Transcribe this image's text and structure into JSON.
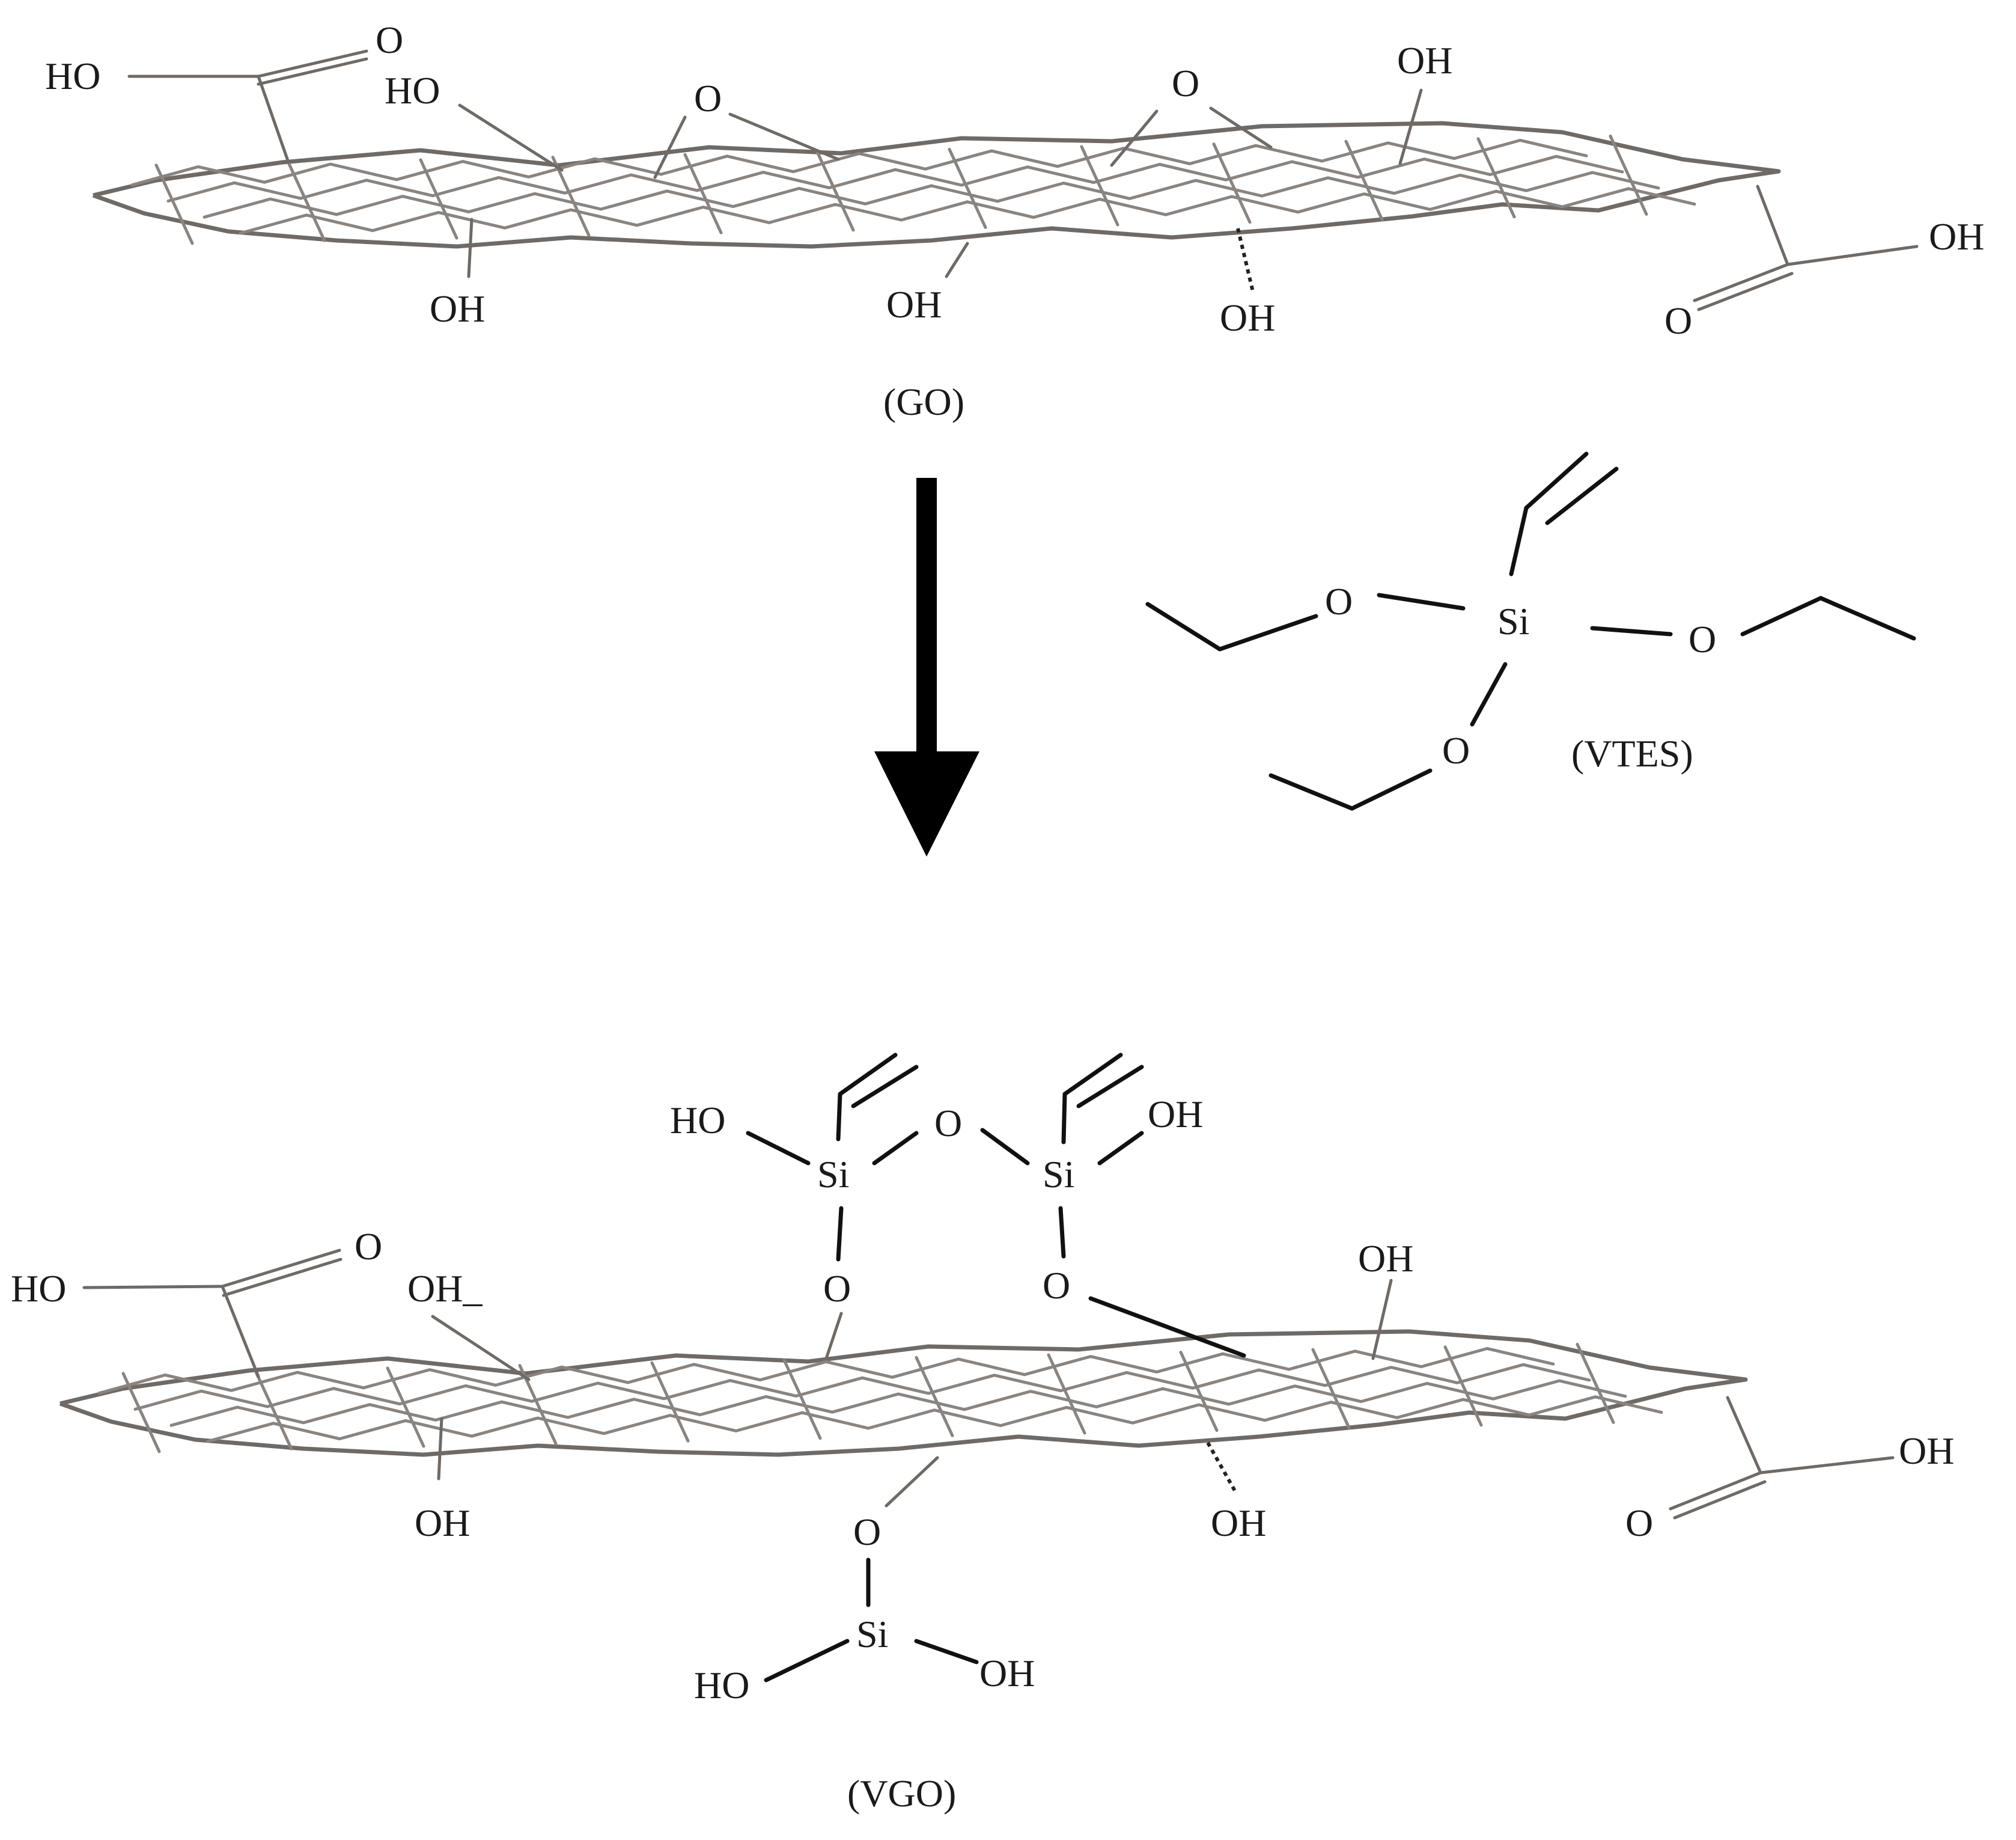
{
  "labels": {
    "go": "(GO)",
    "vtes": "(VTES)",
    "vgo": "(VGO)"
  },
  "atoms": {
    "oh": "OH",
    "ho": "HO",
    "o": "O",
    "si": "Si",
    "oh_underscore": "OH_"
  },
  "colors": {
    "sheet": "#8a8480",
    "bond": "#111111",
    "background": "#ffffff"
  }
}
